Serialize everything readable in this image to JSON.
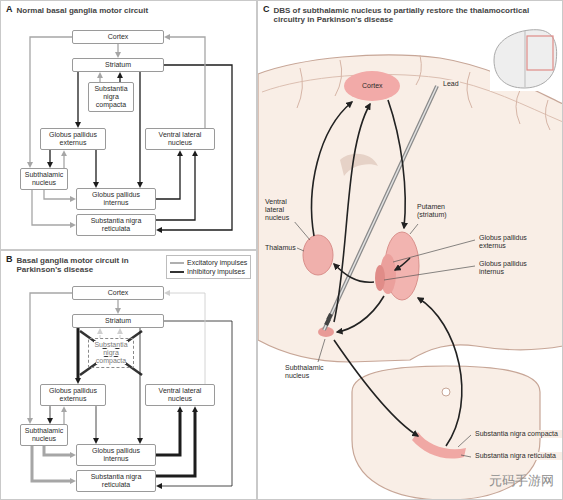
{
  "diagram": {
    "nodes": [
      {
        "text": [
          "A",
          "Normal basal ganglia motor circuit"
        ]
      },
      {
        "text": [
          "Cortex"
        ],
        "in": 0
      },
      {
        "text": [
          "Striatum"
        ],
        "in": 0
      },
      {
        "text": [
          "Substantia nigra compacta"
        ],
        "in": 0
      },
      {
        "text": [
          "Globus pallidus externus"
        ],
        "in": 0
      },
      {
        "text": [
          "Ventral lateral nucleus"
        ],
        "in": 0
      },
      {
        "text": [
          "Subthalamic nucleus"
        ],
        "in": 0
      },
      {
        "text": [
          "Globus pallidus internus"
        ],
        "in": 0
      },
      {
        "text": [
          "Substantia nigra reticulata"
        ],
        "in": 0
      },
      {
        "text": [
          "C",
          "DBS of subthalamic nucleus to partially restore the thalamocortical circuitry in Parkinson's disease"
        ]
      },
      {
        "text": [
          "B",
          "Basal ganglia motor circuit in Parkinson's disease"
        ]
      },
      {
        "text": [
          "Cortex"
        ],
        "in": 10
      },
      {
        "text": [
          "Striatum"
        ],
        "in": 10
      },
      {
        "text": [
          "Substantia nigra compacta"
        ],
        "in": 10
      },
      {
        "text": [
          "Globus pallidus externus"
        ],
        "in": 10
      },
      {
        "text": [
          "Ventral lateral nucleus"
        ],
        "in": 10
      },
      {
        "text": [
          "Subthalamic nucleus"
        ],
        "in": 10
      },
      {
        "text": [
          "Globus pallidus internus"
        ],
        "in": 10
      },
      {
        "text": [
          "Substantia nigra reticulata"
        ],
        "in": 10
      }
    ],
    "edges": [
      {
        "from": 1,
        "to": 2,
        "arrow": "to"
      },
      {
        "from": 1,
        "to": 6,
        "arrow": "to"
      },
      {
        "from": 3,
        "to": 2,
        "arrow": "to"
      },
      {
        "from": 3,
        "to": 2,
        "arrow": "to"
      },
      {
        "from": 2,
        "to": 4,
        "arrow": "to"
      },
      {
        "from": 2,
        "to": 7,
        "arrow": "to"
      },
      {
        "from": 2,
        "to": 8,
        "arrow": "to"
      },
      {
        "from": 4,
        "to": 6,
        "arrow": "to"
      },
      {
        "from": 6,
        "to": 4,
        "arrow": "to"
      },
      {
        "from": 4,
        "to": 7,
        "arrow": "to"
      },
      {
        "from": 6,
        "to": 7,
        "arrow": "to"
      },
      {
        "from": 6,
        "to": 8,
        "arrow": "to"
      },
      {
        "from": 7,
        "to": 5,
        "arrow": "to"
      },
      {
        "from": 8,
        "to": 5,
        "arrow": "to"
      },
      {
        "from": 5,
        "to": 1,
        "arrow": "to"
      },
      {
        "from": 11,
        "to": 12,
        "arrow": "to"
      },
      {
        "from": 11,
        "to": 16,
        "arrow": "to"
      },
      {
        "from": 13,
        "to": 12,
        "arrow": "to"
      },
      {
        "from": 13,
        "to": 12,
        "arrow": "to"
      },
      {
        "from": 12,
        "to": 14,
        "arrow": "to"
      },
      {
        "from": 12,
        "to": 17,
        "arrow": "to"
      },
      {
        "from": 12,
        "to": 18,
        "arrow": "to"
      },
      {
        "from": 14,
        "to": 16,
        "arrow": "to"
      },
      {
        "from": 16,
        "to": 14,
        "arrow": "to"
      },
      {
        "from": 14,
        "to": 17,
        "arrow": "to"
      },
      {
        "from": 16,
        "to": 17,
        "arrow": "to"
      },
      {
        "from": 16,
        "to": 18,
        "arrow": "to"
      },
      {
        "from": 17,
        "to": 15,
        "arrow": "to"
      },
      {
        "from": 18,
        "to": 15,
        "arrow": "to"
      },
      {
        "from": 15,
        "to": 11,
        "arrow": "to"
      }
    ],
    "labels": [
      "Cortex",
      "Lead",
      "Thalamus",
      "Ventral lateral nucleus",
      "Putamen (striatum)",
      "Globus pallidus externus",
      "Globus pallidus internus",
      "Subthalamic nucleus",
      "Substantia nigra compacta",
      "Substantia nigra reticulata",
      "元码手游网"
    ],
    "legend": [
      {
        "text": "Excitatory impulses"
      },
      {
        "text": "Inhibitory impulses"
      }
    ]
  }
}
